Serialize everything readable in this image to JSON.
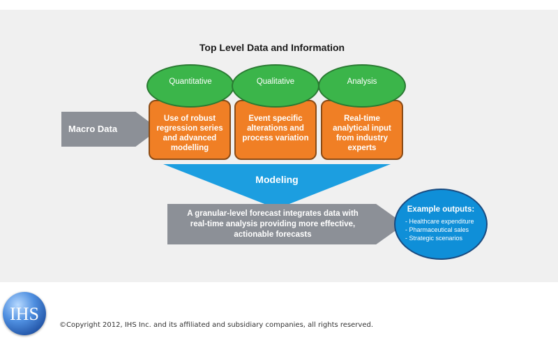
{
  "title": "Top Level Data and Information",
  "macro_label": "Macro Data",
  "columns": [
    {
      "header": "Quantitative",
      "body": "Use of robust\nregression series\nand advanced\nmodelling"
    },
    {
      "header": "Qualitative",
      "body": "Event specific\nalterations and\nprocess variation"
    },
    {
      "header": "Analysis",
      "body": "Real-time\nanalytical input\nfrom industry\nexperts"
    }
  ],
  "modeling_label": "Modeling",
  "forecast_text": "A granular-level forecast integrates data with\nreal-time analysis providing more effective,\nactionable forecasts",
  "outputs": {
    "heading": "Example outputs:",
    "items": [
      "- Healthcare expenditure",
      "- Pharmaceutical sales",
      "- Strategic scenarios"
    ]
  },
  "logo_text": "IHS",
  "copyright": "©Copyright 2012, IHS Inc. and its affiliated and subsidiary companies, all rights reserved.",
  "colors": {
    "oval": "#3bb54a",
    "box": "#f07f25",
    "funnel": "#1c9ee0",
    "arrow": "#8c9097",
    "outputs": "#0f8fd8"
  }
}
